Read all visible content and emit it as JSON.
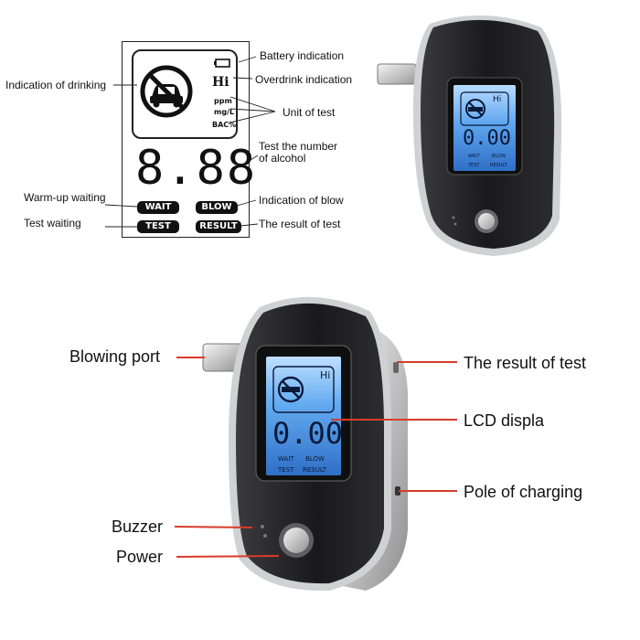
{
  "lcd_panel": {
    "hi_text": "Hi",
    "units": [
      "ppm",
      "mg/L",
      "BAC%"
    ],
    "digits": "8.88",
    "buttons": {
      "wait": "WAIT",
      "blow": "BLOW",
      "test": "TEST",
      "result": "RESULT"
    }
  },
  "lcd_labels": {
    "drinking": "Indication of drinking",
    "battery": "Battery indication",
    "overdrink": "Overdrink indication",
    "unit": "Unit of test",
    "test_number_line1": "Test the number",
    "test_number_line2": "of alcohol",
    "warmup": "Warm-up waiting",
    "blow": "Indication of blow",
    "test_waiting": "Test waiting",
    "result": "The result of test"
  },
  "device_small": {
    "digits": "0.00",
    "hi_text": "Hi",
    "buttons": {
      "wait": "WAIT",
      "blow": "BLOW",
      "test": "TEST",
      "result": "RESULT"
    }
  },
  "device_large": {
    "digits": "0.00",
    "hi_text": "Hi",
    "buttons": {
      "wait": "WAIT",
      "blow": "BLOW",
      "test": "TEST",
      "result": "RESULT"
    }
  },
  "device_labels": {
    "blowing_port": "Blowing port",
    "result": "The result of test",
    "lcd": "LCD displa",
    "charging": "Pole of charging",
    "buzzer": "Buzzer",
    "power": "Power"
  },
  "colors": {
    "screen_blue": "#4f9ae8",
    "screen_light": "#a9d4ff",
    "body_black": "#1b1b1d",
    "arrow_red": "#d93b2b"
  }
}
